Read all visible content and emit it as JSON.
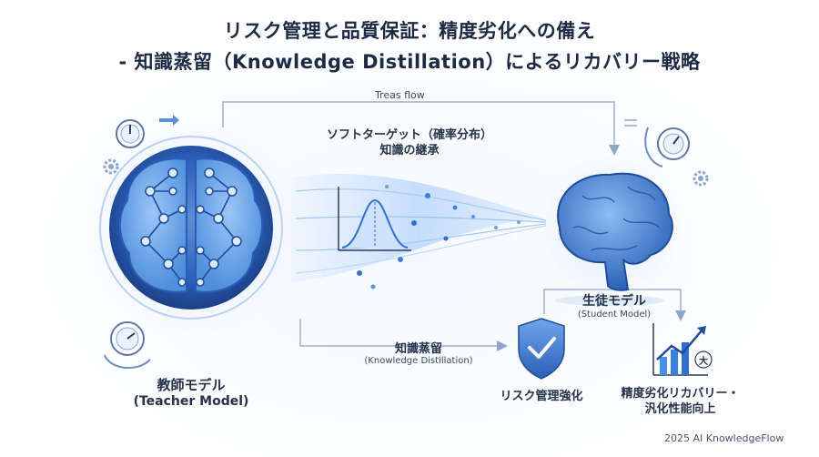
{
  "title": {
    "line1": "リスク管理と品質保証：精度劣化への備え",
    "line2": "- 知識蒸留（Knowledge Distillation）によるリカバリー戦略"
  },
  "flow_label": "Treas flow",
  "soft_target": {
    "line1": "ソフトターゲット（確率分布）",
    "line2": "知識の継承"
  },
  "teacher": {
    "label": "教師モデル",
    "sublabel": "(Teacher Model)"
  },
  "student": {
    "label": "生徒モデル",
    "sublabel": "(Student Model)"
  },
  "distill": {
    "label": "知識蒸留",
    "sublabel": "(Knowledge Distillation)"
  },
  "risk": {
    "label": "リスク管理強化",
    "icon": "shield-check-icon"
  },
  "accuracy": {
    "line1": "精度劣化リカバリー・",
    "line2": "汎化性能向上",
    "icon": "growth-chart-icon",
    "badge": "大"
  },
  "footer": "2025 AI KnowledgeFlow",
  "colors": {
    "primary": "#2f6fcf",
    "dark": "#1c2a44",
    "light": "#cfe2fb",
    "accent": "#4a90e2"
  }
}
